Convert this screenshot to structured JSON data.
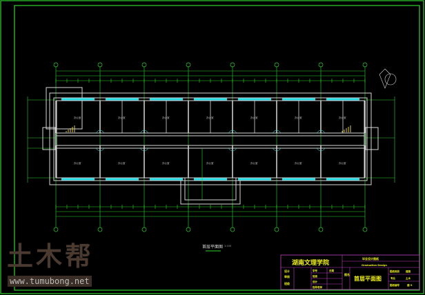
{
  "drawing": {
    "school": "湖南文理学院",
    "project": "毕业设计图纸",
    "project_sub": "Graduation Design",
    "sheet_title": "首层平面图",
    "plan_caption": "首层平面图",
    "plan_scale": "1:100",
    "labels": {
      "design": "设计",
      "check": "审核",
      "date": "日期",
      "student_id": "学号",
      "class": "班级",
      "tutor": "指导老师",
      "drawn": "图名",
      "major": "专业",
      "major_value": "土木",
      "sheet_no_label": "图纸编号",
      "sheet_no": "建-3",
      "type": "图纸类别",
      "type_value": "建施"
    },
    "room_label": "办公室"
  },
  "watermark": {
    "logo": "土木帮",
    "url": "www.tumubong.net"
  },
  "colors": {
    "frame": "#2fd32f",
    "wall": "#d8d8d8",
    "window": "#1fd8e0",
    "title_box": "#c040c0",
    "text": "#f0f020",
    "stair": "#e0d040"
  }
}
